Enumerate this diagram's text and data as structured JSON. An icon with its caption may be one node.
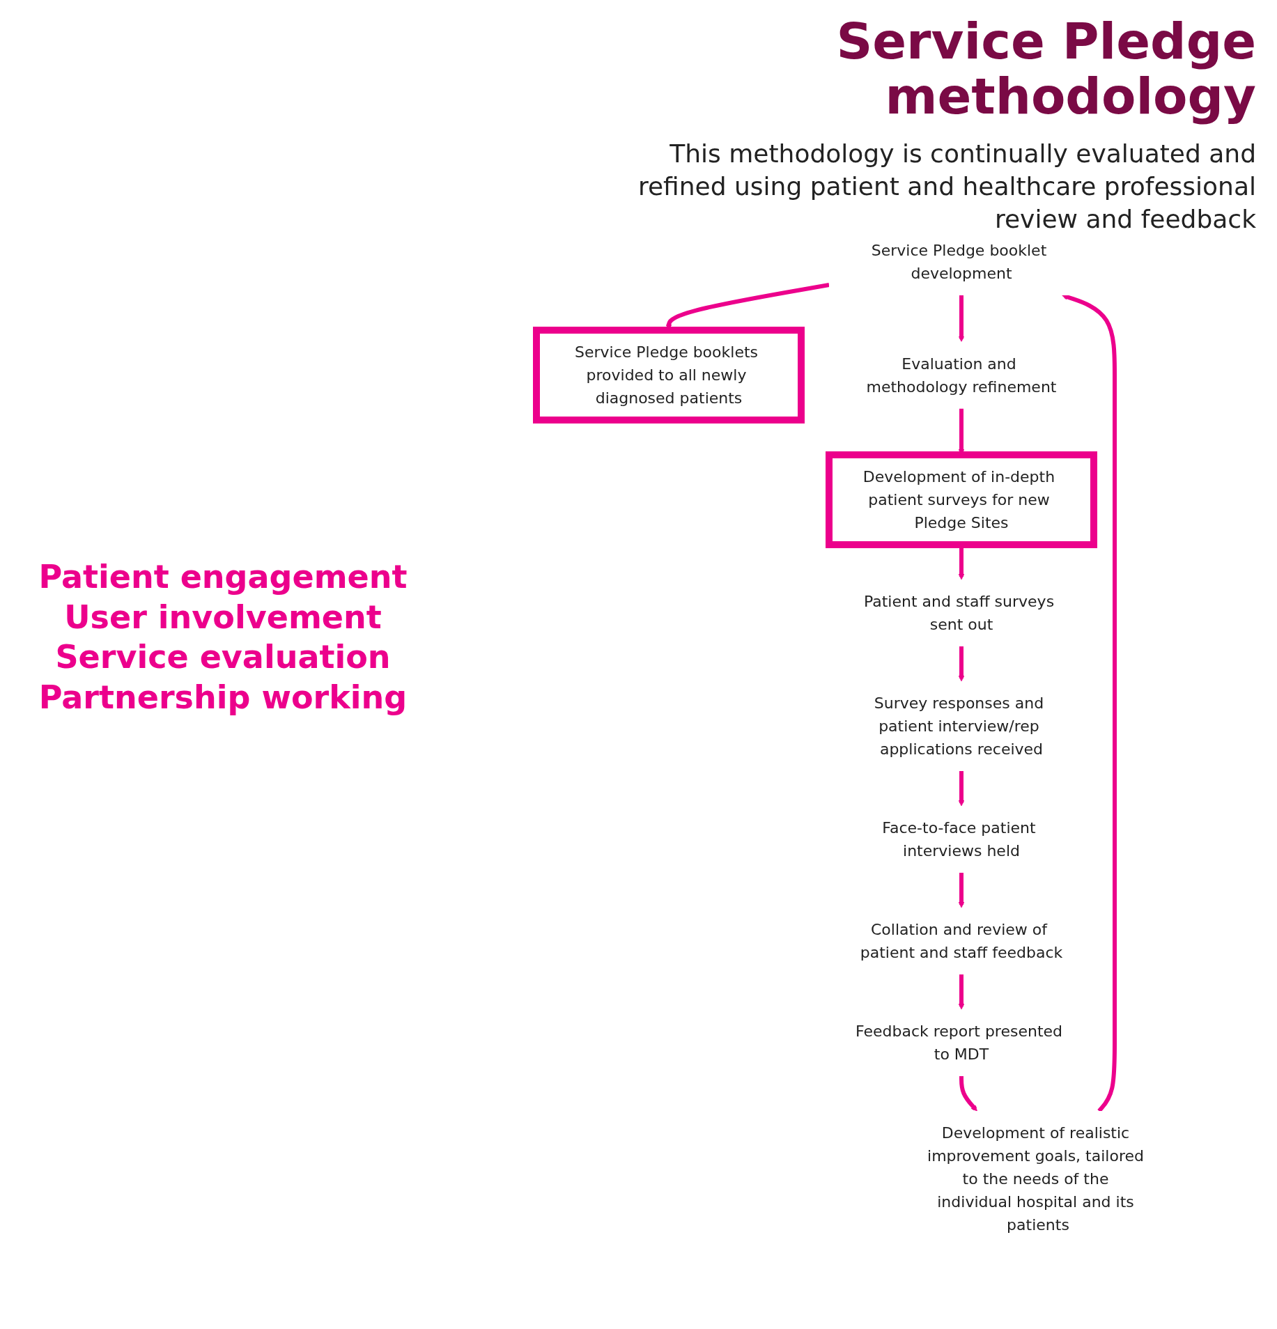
{
  "diagram": {
    "title": "Service Pledge methodology",
    "nodes": [
      {
        "text": [
          "Service Pledge booklets provided to all newly diagnosed patients"
        ]
      },
      {
        "text": [
          "Service Pledge booklet development"
        ]
      },
      {
        "text": [
          "Evaluation and methodology refinement"
        ]
      },
      {
        "text": [
          "Development of in-depth patient surveys for new Pledge Sites"
        ]
      },
      {
        "text": [
          "Development of realistic improvement goals, tailored to the needs of the individual hospital and its patients"
        ]
      },
      {
        "text": [
          "Patient and staff surveys sent out"
        ]
      },
      {
        "text": [
          "Feedback report presented to MDT"
        ]
      },
      {
        "text": [
          "Collation and review of patient and staff feedback"
        ]
      },
      {
        "text": [
          "Survey responses and patient interview/rep applications received"
        ]
      },
      {
        "text": [
          "Face-to-face patient interviews held"
        ]
      }
    ],
    "edges": [
      {
        "from": 2,
        "to": 3,
        "arrow": "to"
      },
      {
        "from": 3,
        "to": 5,
        "arrow": "to"
      },
      {
        "from": 5,
        "to": 8,
        "arrow": "to"
      },
      {
        "from": 8,
        "to": 9,
        "arrow": "to"
      },
      {
        "from": 9,
        "to": 7,
        "arrow": "to"
      },
      {
        "from": 7,
        "to": 6,
        "arrow": "to"
      },
      {
        "from": 6,
        "to": 4,
        "arrow": "to"
      },
      {
        "from": 4,
        "to": 1,
        "arrow": "to"
      },
      {
        "from": 1,
        "to": 0,
        "arrow": "to"
      },
      {
        "from": 1,
        "to": 2,
        "arrow": "to"
      }
    ],
    "labels": [
      "This methodology is continually evaluated and refined using patient and healthcare professional review and feedback",
      "Patient engagement",
      "User involvement",
      "Service evaluation",
      "Partnership working"
    ]
  }
}
